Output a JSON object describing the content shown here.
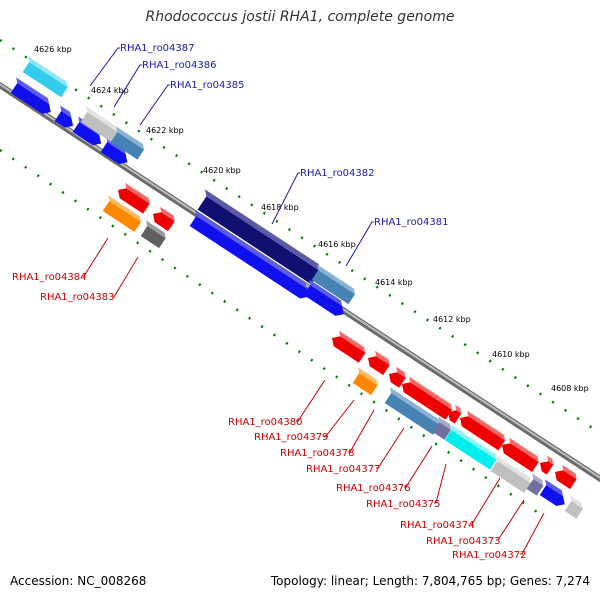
{
  "title": "Rhodococcus jostii RHA1, complete genome",
  "accession": "Accession: NC_008268",
  "topology": "Topology: linear; Length: 7,804,765 bp; Genes: 7,274",
  "colors": {
    "backbone": "#808080",
    "ticks": "#008000",
    "forward_label": "#1a1ab0",
    "reverse_label": "#cc0000",
    "blue": "#1010ee",
    "navy": "#101070",
    "steel": "#4682b4",
    "light_blue": "#33ccee",
    "cyan": "#00eeee",
    "gray": "#c0c0c0",
    "dark_gray": "#606060",
    "red": "#ee0000",
    "orange": "#ff8800",
    "slate": "#7070a0"
  },
  "kbp_labels": [
    "4626 kbp",
    "4624 kbp",
    "4622 kbp",
    "4620 kbp",
    "4618 kbp",
    "4616 kbp",
    "4614 kbp",
    "4612 kbp",
    "4610 kbp",
    "4608 kbp"
  ],
  "forward_genes": [
    "RHA1_ro04387",
    "RHA1_ro04386",
    "RHA1_ro04385",
    "RHA1_ro04382",
    "RHA1_ro04381"
  ],
  "reverse_genes": [
    "RHA1_ro04384",
    "RHA1_ro04383",
    "RHA1_ro04380",
    "RHA1_ro04379",
    "RHA1_ro04378",
    "RHA1_ro04377",
    "RHA1_ro04376",
    "RHA1_ro04375",
    "RHA1_ro04374",
    "RHA1_ro04373",
    "RHA1_ro04372"
  ]
}
